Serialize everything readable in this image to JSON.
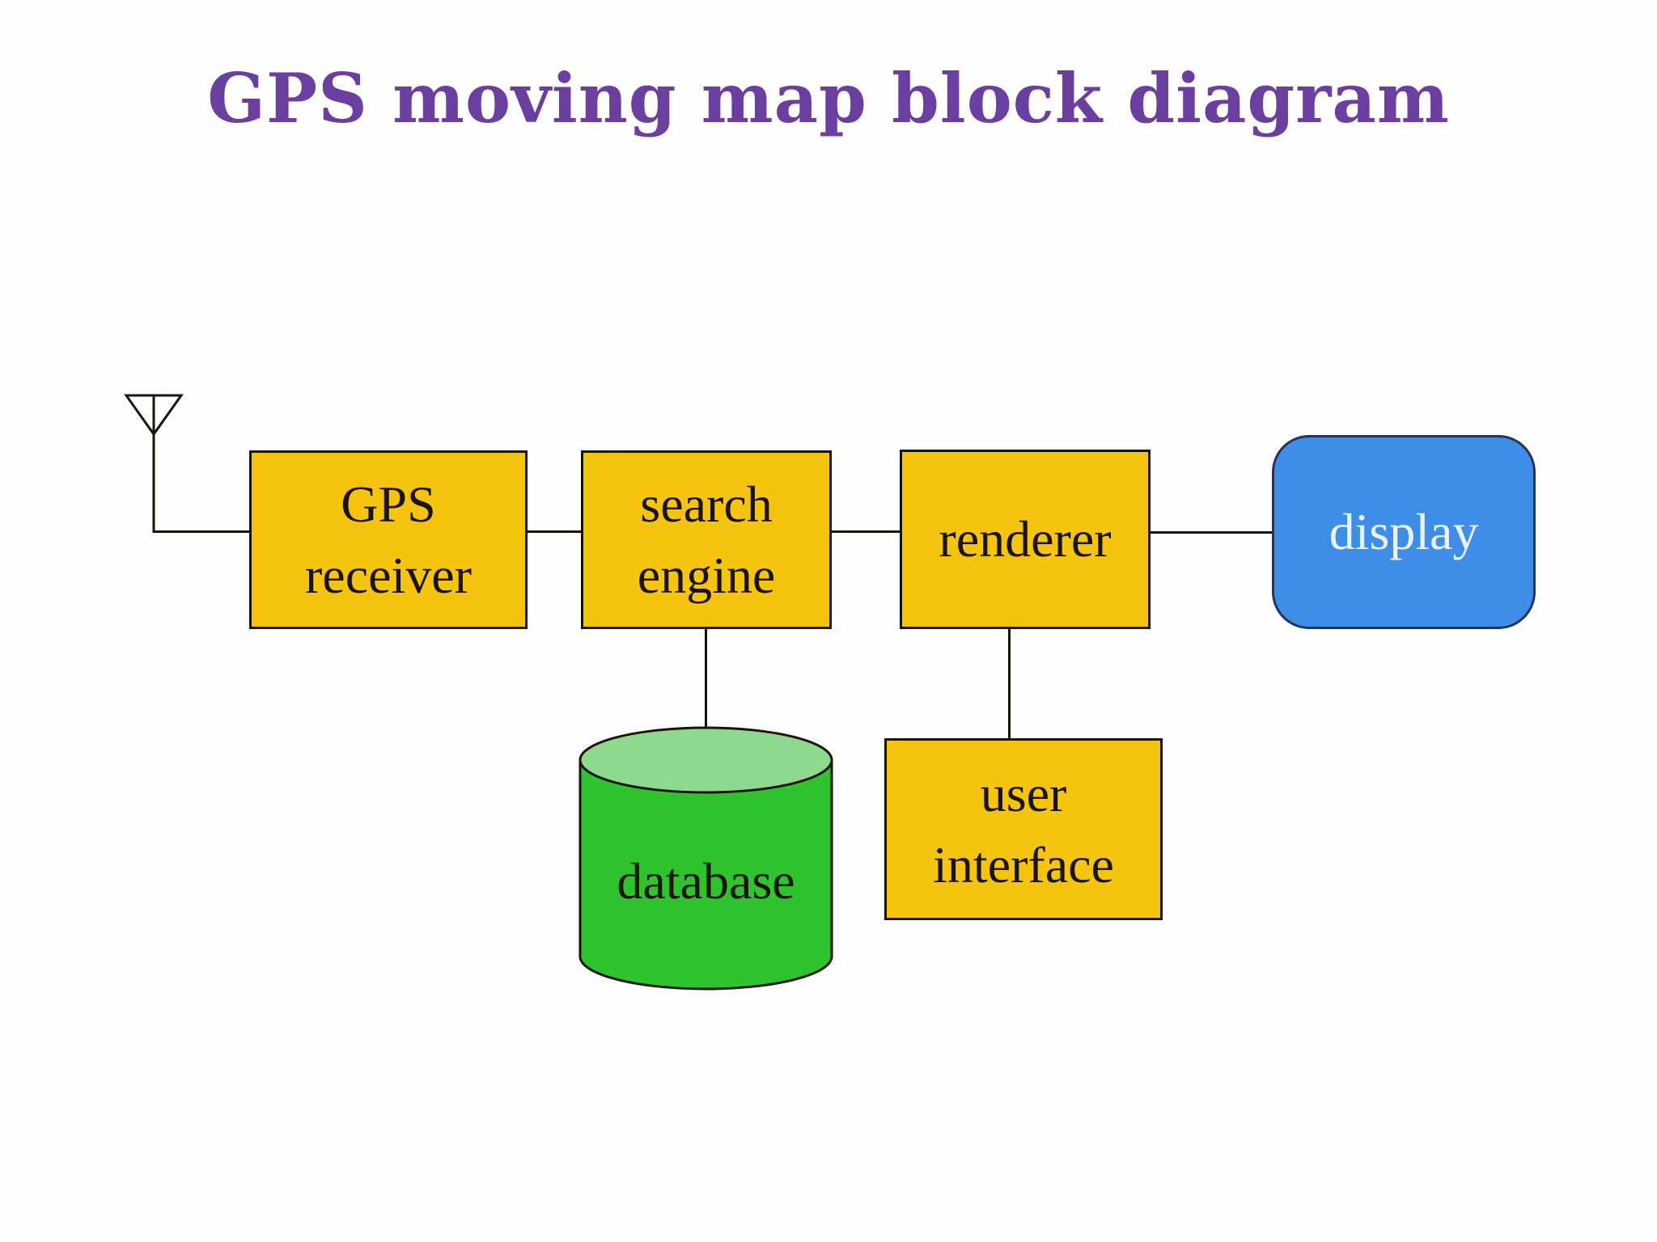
{
  "title": {
    "text": "GPS moving map block diagram"
  },
  "nodes": {
    "gps_receiver": {
      "line1": "GPS",
      "line2": "receiver",
      "shape": "rectangle",
      "fill": "#F5C40E"
    },
    "search_engine": {
      "line1": "search",
      "line2": "engine",
      "shape": "rectangle",
      "fill": "#F5C40E"
    },
    "renderer": {
      "label": "renderer",
      "shape": "rectangle",
      "fill": "#F5C40E"
    },
    "display": {
      "label": "display",
      "shape": "rounded-rectangle",
      "fill": "#3E8EE8"
    },
    "database": {
      "label": "database",
      "shape": "cylinder",
      "fill": "#2FC32F",
      "top_fill": "#8FD98F"
    },
    "user_interface": {
      "line1": "user",
      "line2": "interface",
      "shape": "rectangle",
      "fill": "#F5C40E"
    }
  },
  "icons": {
    "antenna": "antenna-icon"
  },
  "edges": [
    {
      "from": "antenna",
      "to": "gps_receiver"
    },
    {
      "from": "gps_receiver",
      "to": "search_engine"
    },
    {
      "from": "search_engine",
      "to": "renderer"
    },
    {
      "from": "renderer",
      "to": "display"
    },
    {
      "from": "search_engine",
      "to": "database"
    },
    {
      "from": "renderer",
      "to": "user_interface"
    }
  ],
  "colors": {
    "canvas": "#FDFDFD",
    "title-purple": "#6B3FA0",
    "node-yellow": "#F5C40E",
    "node-blue": "#3E8EE8",
    "node-green": "#2FC32F",
    "node-green-top": "#8FD98F",
    "display-border": "#223458",
    "display-text": "#EAF2FF",
    "line-black": "#1A1509",
    "text-black": "#1C1408"
  }
}
